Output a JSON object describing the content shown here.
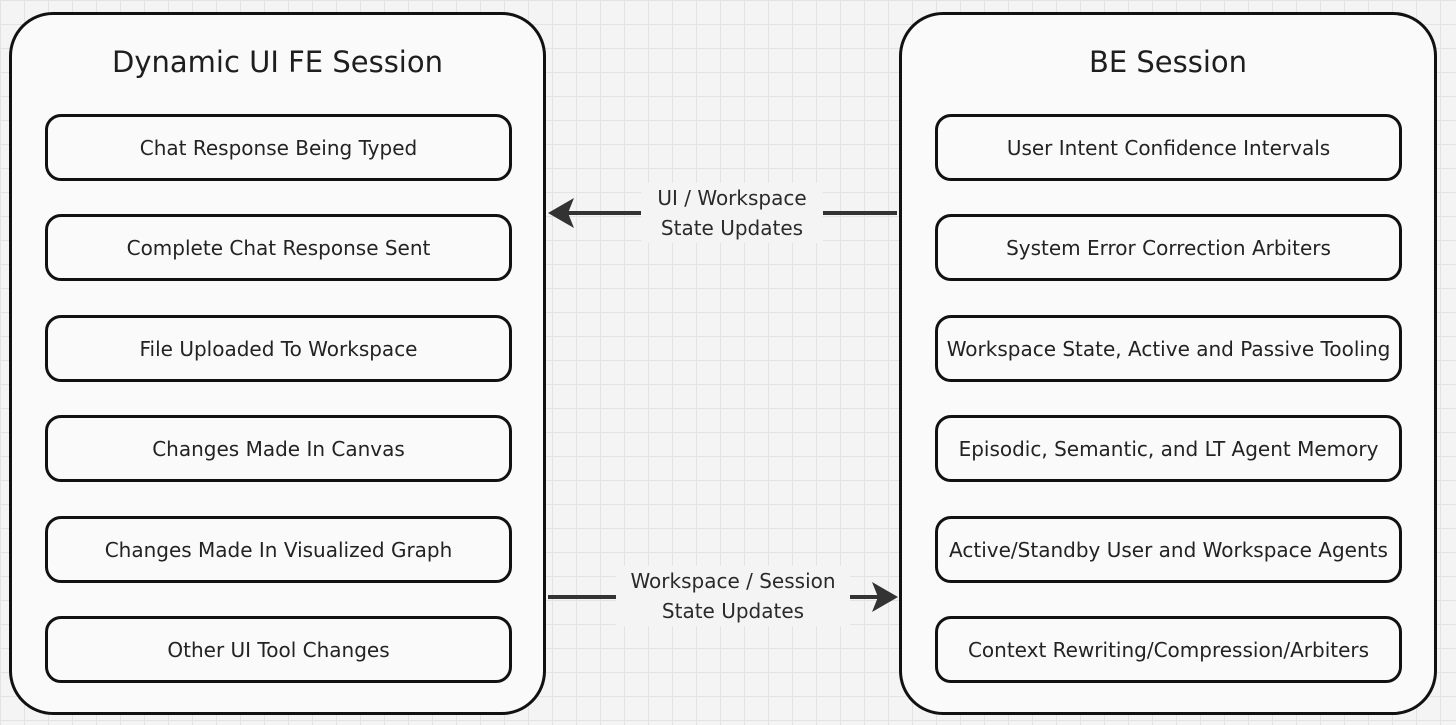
{
  "fe_session": {
    "title": "Dynamic UI FE Session",
    "items": [
      "Chat Response Being Typed",
      "Complete Chat Response Sent",
      "File Uploaded To Workspace",
      "Changes Made In Canvas",
      "Changes Made In Visualized Graph",
      "Other UI Tool Changes"
    ]
  },
  "be_session": {
    "title": "BE Session",
    "items": [
      "User Intent Confidence Intervals",
      "System Error Correction Arbiters",
      "Workspace State, Active and Passive Tooling",
      "Episodic, Semantic, and LT Agent Memory",
      "Active/Standby User and Workspace Agents",
      "Context Rewriting/Compression/Arbiters"
    ]
  },
  "connections": {
    "be_to_fe": {
      "line1": "UI / Workspace",
      "line2": "State Updates"
    },
    "fe_to_be": {
      "line1": "Workspace / Session",
      "line2": "State Updates"
    }
  },
  "colors": {
    "stroke": "#111111",
    "background": "#f4f4f4",
    "grid": "#e3e3e3"
  }
}
